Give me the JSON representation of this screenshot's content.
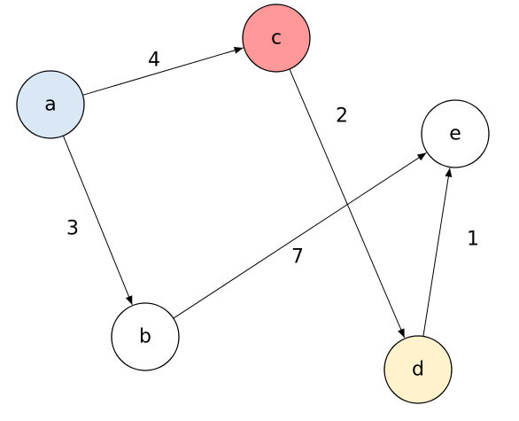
{
  "graph": {
    "nodes": [
      {
        "id": "a",
        "label": "a",
        "fill": "#dae8f6"
      },
      {
        "id": "c",
        "label": "c",
        "fill": "#ff9999"
      },
      {
        "id": "e",
        "label": "e",
        "fill": "#ffffff"
      },
      {
        "id": "b",
        "label": "b",
        "fill": "#ffffff"
      },
      {
        "id": "d",
        "label": "d",
        "fill": "#fff2cc"
      }
    ],
    "edges": [
      {
        "from": "a",
        "to": "c",
        "weight": "4"
      },
      {
        "from": "a",
        "to": "b",
        "weight": "3"
      },
      {
        "from": "c",
        "to": "d",
        "weight": "2"
      },
      {
        "from": "b",
        "to": "e",
        "weight": "7"
      },
      {
        "from": "d",
        "to": "e",
        "weight": "1"
      }
    ]
  }
}
